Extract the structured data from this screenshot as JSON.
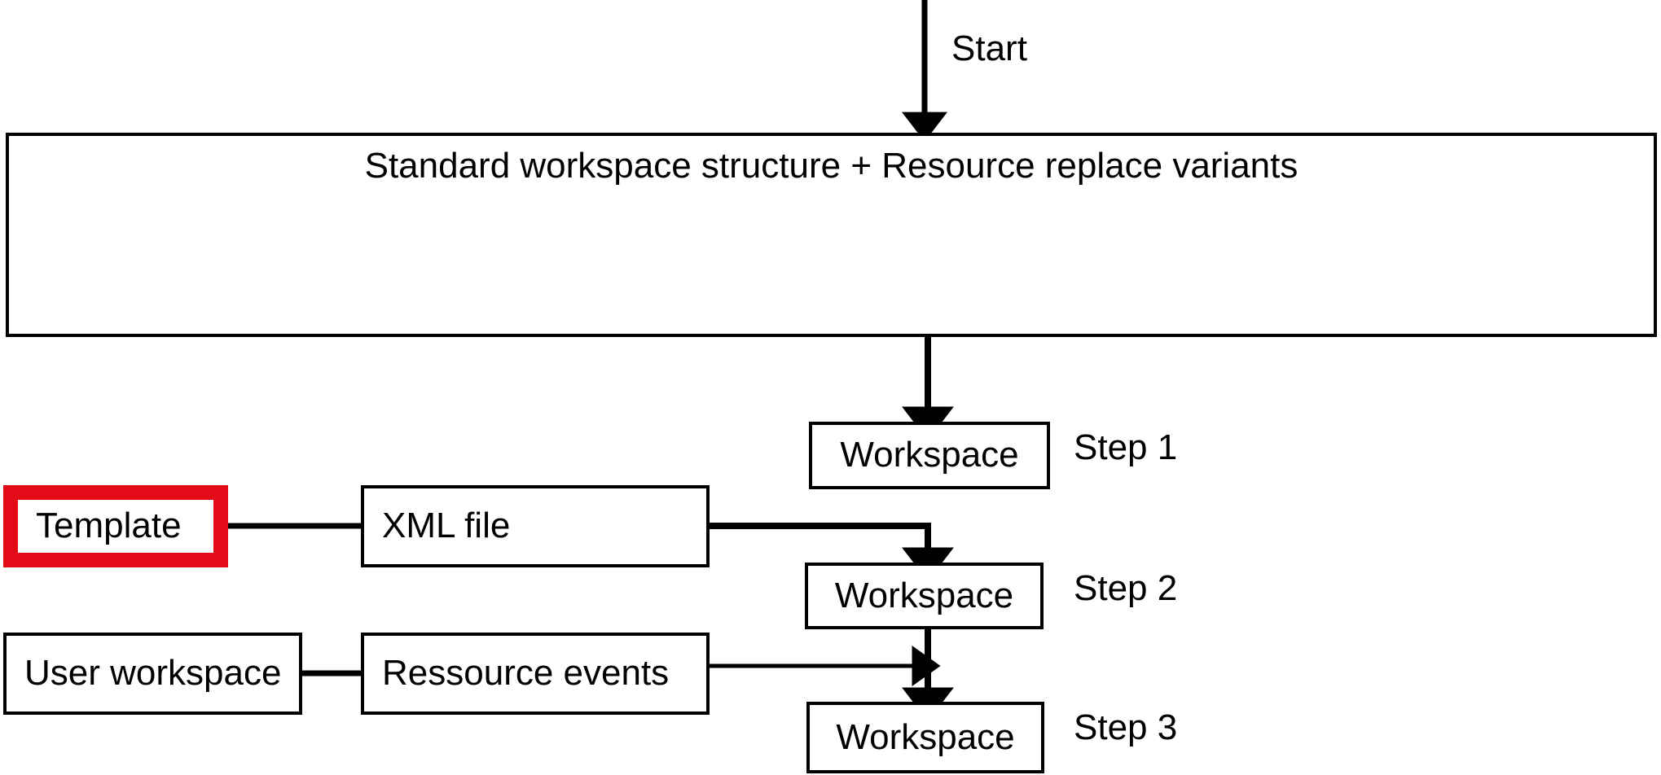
{
  "diagram": {
    "title_text": "Standard workspace structure + Resource replace variants",
    "start_label": "Start",
    "nodes": {
      "main_process": "Standard workspace structure + Resource replace variants",
      "workspace_step1": "Workspace",
      "workspace_step2": "Workspace",
      "workspace_step3": "Workspace",
      "template": "Template",
      "xml_file": "XML file",
      "user_workspace": "User workspace",
      "ressource_events": "Ressource events"
    },
    "step_labels": {
      "step1": "Step 1",
      "step2": "Step 2",
      "step3": "Step 3"
    },
    "colors": {
      "stroke": "#000000",
      "background": "#ffffff",
      "highlight": "#E30B17"
    },
    "highlighted_node": "Template"
  }
}
